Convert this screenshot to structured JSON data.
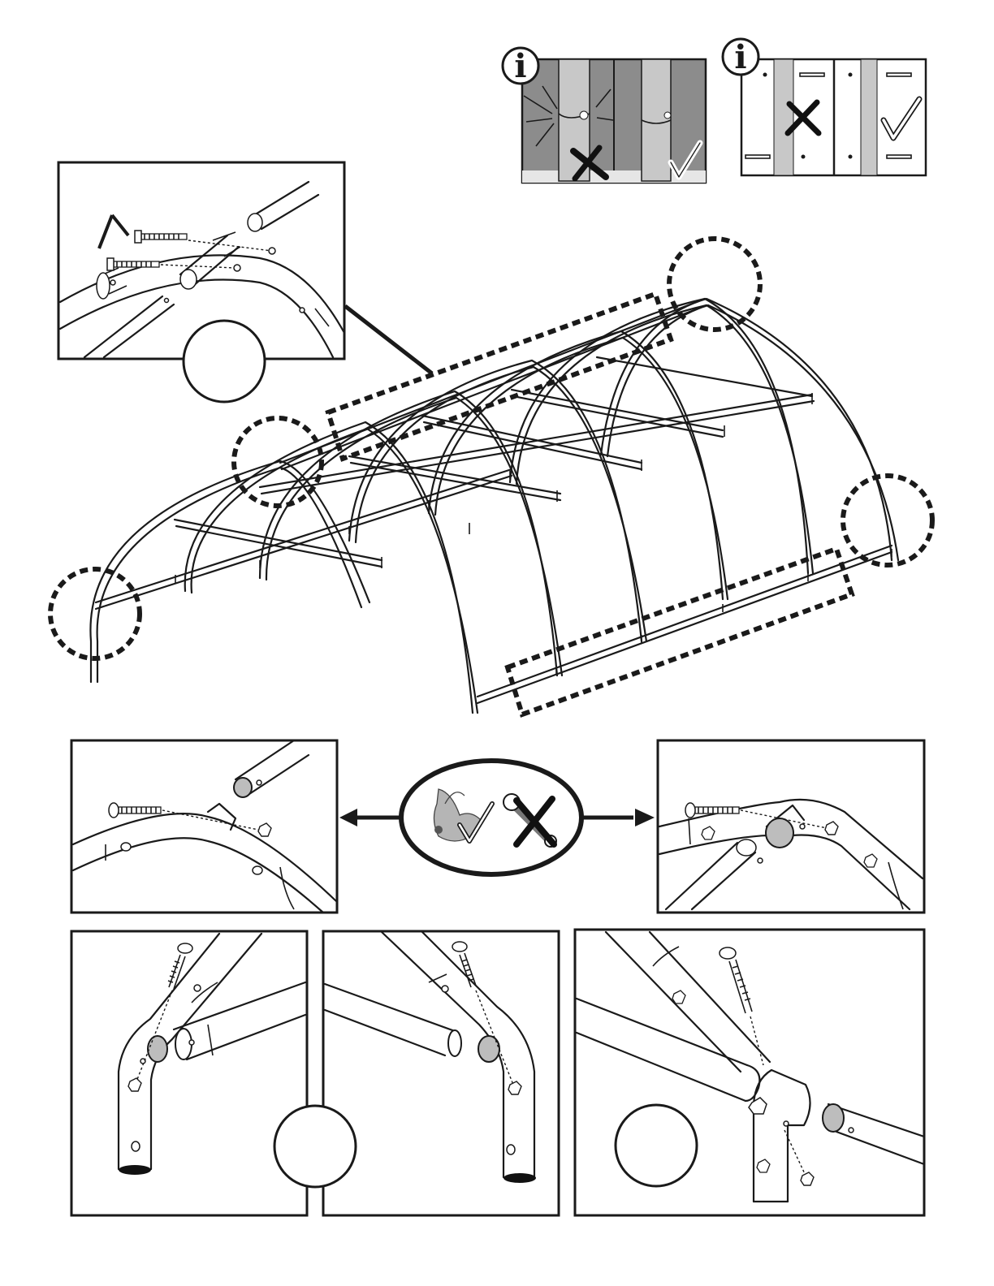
{
  "info_icons": [
    {
      "label": "i",
      "meaning": "information"
    },
    {
      "label": "i",
      "meaning": "information"
    }
  ],
  "colors": {
    "line": "#1a1a1a",
    "panel_gray": "#8c8c8c",
    "tube_gray": "#c8c8c8",
    "background": "#ffffff"
  },
  "icons": [
    "information-icon",
    "cross-mark-icon",
    "check-mark-icon",
    "hand-tighten-icon",
    "wrench-icon"
  ]
}
